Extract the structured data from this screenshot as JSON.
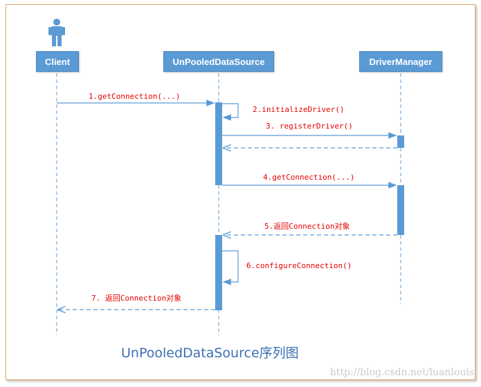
{
  "participants": {
    "client": "Client",
    "datasource": "UnPooledDataSource",
    "driver_manager": "DriverManager"
  },
  "messages": [
    "1.getConnection(...)",
    "2.initializeDriver()",
    "3. registerDriver()",
    "4.getConnection(...)",
    "5.返回Connection对象",
    "6.configureConnection()",
    "7. 返回Connection对象"
  ],
  "caption": "UnPooledDataSource序列图",
  "watermark": "http://blog.csdn.net/luanlouis",
  "colors": {
    "box_fill": "#5b9bd5",
    "lifeline": "#5b9bd5",
    "message_text": "#e60000",
    "caption": "#3c6fb5",
    "frame_border": "#e6a36a"
  },
  "icons": {
    "actor": "person-icon"
  }
}
